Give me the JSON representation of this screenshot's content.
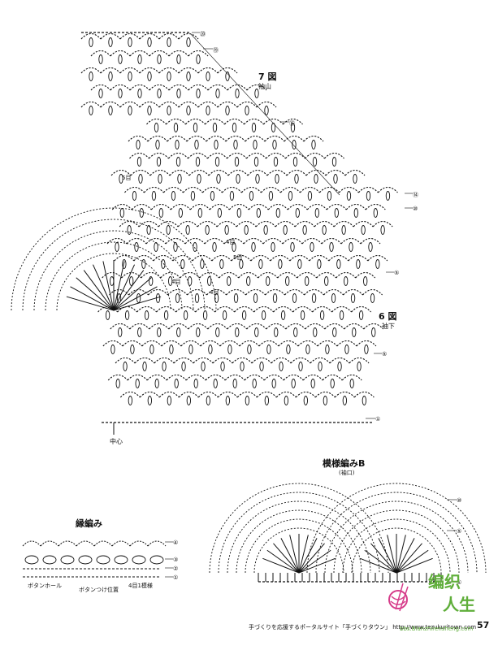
{
  "main_chart": {
    "fig7_title": "7 図",
    "fig7_sub": "袖山",
    "fig6_title": "6 図",
    "fig6_sub": "袖下",
    "center_label": "中心",
    "step_labels": [
      "5目",
      "4目",
      "5目",
      "4目",
      "4目"
    ],
    "row_markers": [
      "⑳",
      "⑲",
      "⑮",
      "⑭",
      "⑩",
      "⑤",
      "⑤",
      "①",
      "①"
    ]
  },
  "pattern_b": {
    "title": "模様編みB",
    "subtitle": "(袖口)",
    "row_markers": [
      "⑩",
      "⑤",
      "①"
    ]
  },
  "edging": {
    "title": "縁編み",
    "row_markers": [
      "④",
      "③",
      "②",
      "①"
    ],
    "labels": [
      "ボタンホール",
      "ボタンつけ位置",
      "4目1模様"
    ]
  },
  "footer": {
    "text": "手づくりを応援するポータルサイト「手づくりタウン」 http://www.tezukuritown.com",
    "page_number": "57"
  },
  "watermark": {
    "line1": "编织",
    "line2": "人生",
    "url": "bbs.Bianzhirensheng.com"
  },
  "colors": {
    "ink": "#111111",
    "watermark_green": "#5fae3a",
    "watermark_pink": "#d63c8a"
  }
}
